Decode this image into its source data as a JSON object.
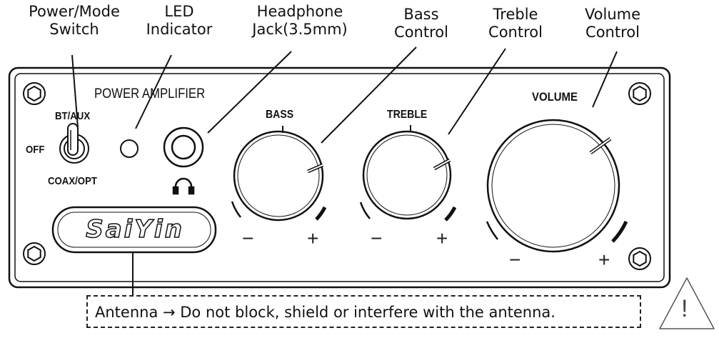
{
  "callouts": {
    "power_mode_line1": "Power/Mode",
    "power_mode_line2": "Switch",
    "led_line1": "LED",
    "led_line2": "Indicator",
    "headphone_line1": "Headphone",
    "headphone_line2": "Jack(3.5mm)",
    "bass_line1": "Bass",
    "bass_line2": "Control",
    "treble_line1": "Treble",
    "treble_line2": "Control",
    "volume_line1": "Volume",
    "volume_line2": "Control"
  },
  "panel": {
    "title": "POWER AMPLIFIER",
    "switch_top": "BT/AUX",
    "switch_left": "OFF",
    "switch_bottom": "COAX/OPT",
    "brand": "SaiYin",
    "bass_label": "BASS",
    "treble_label": "TREBLE",
    "volume_label": "VOLUME",
    "minus": "−",
    "plus": "+"
  },
  "antenna": {
    "note": "Antenna → Do not block, shield or interfere with the antenna."
  },
  "warning": {
    "symbol": "!"
  }
}
